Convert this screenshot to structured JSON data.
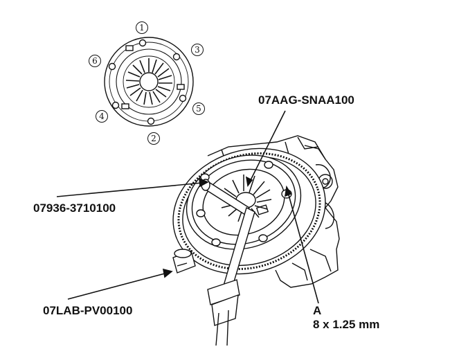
{
  "labels": {
    "tool_top": "07AAG-SNAA100",
    "tool_left": "07936-3710100",
    "tool_bottom": "07LAB-PV00100",
    "part_letter": "A",
    "part_spec": "8 x 1.25 mm"
  },
  "sequence": [
    "①",
    "②",
    "③",
    "④",
    "⑤",
    "⑥"
  ]
}
